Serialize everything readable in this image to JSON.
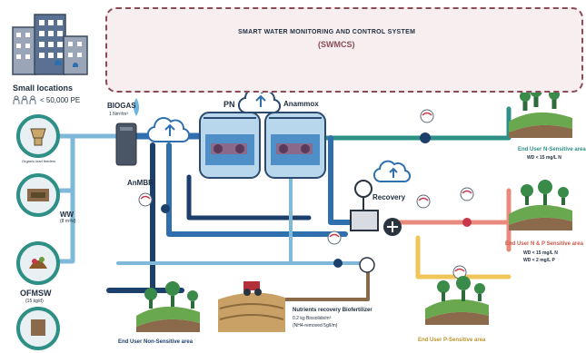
{
  "banner": {
    "title": "SMART WATER MONITORING AND CONTROL SYSTEM",
    "acronym": "(SWMCS)"
  },
  "locations": {
    "title": "Small locations",
    "pe": "< 50,000 PE"
  },
  "sources": {
    "toilets_label": "Organic load feeders",
    "ww_label": "WW",
    "ww_sub": "(8 m³/d)",
    "ofmsw_label": "OFMSW",
    "ofmsw_sub": "(15 kg/d)"
  },
  "process": {
    "biogas_label": "BIOGAS",
    "biogas_sub": "1 Nm³/m³",
    "anmbr_label": "AnMBR",
    "pn_label": "PN",
    "anammox_label": "Anammox",
    "recovery_label": "Recovery",
    "nutrients_label": "Nutrients recovery Biofertilizer",
    "nutrients_sub1": "0.2 kg Biosolids/m³",
    "nutrients_sub2": "(NH4-removed 5g/l/m)"
  },
  "end_users": {
    "n_sensitive": "End User N-Sensitive area",
    "n_sensitive_sub": "WD < 15 mg/L N",
    "np_sensitive": "End User N & P Sensitive area",
    "np_sensitive_sub1": "WD < 15 mg/L N",
    "np_sensitive_sub2": "WD < 2 mg/L P",
    "p_sensitive": "End User P-Sensitive area",
    "non_sensitive": "End User Non-Sensitive area"
  },
  "colors": {
    "pipe_blue": "#2f6fae",
    "pipe_navy": "#1c3f6b",
    "pipe_teal": "#2d8f86",
    "pipe_light": "#7fb8d8",
    "pipe_salmon": "#e88a7c",
    "pipe_yellow": "#f0c65a",
    "pipe_brown": "#8a6a4a",
    "banner_border": "#8a4b57",
    "banner_icons": "#c8384a"
  }
}
